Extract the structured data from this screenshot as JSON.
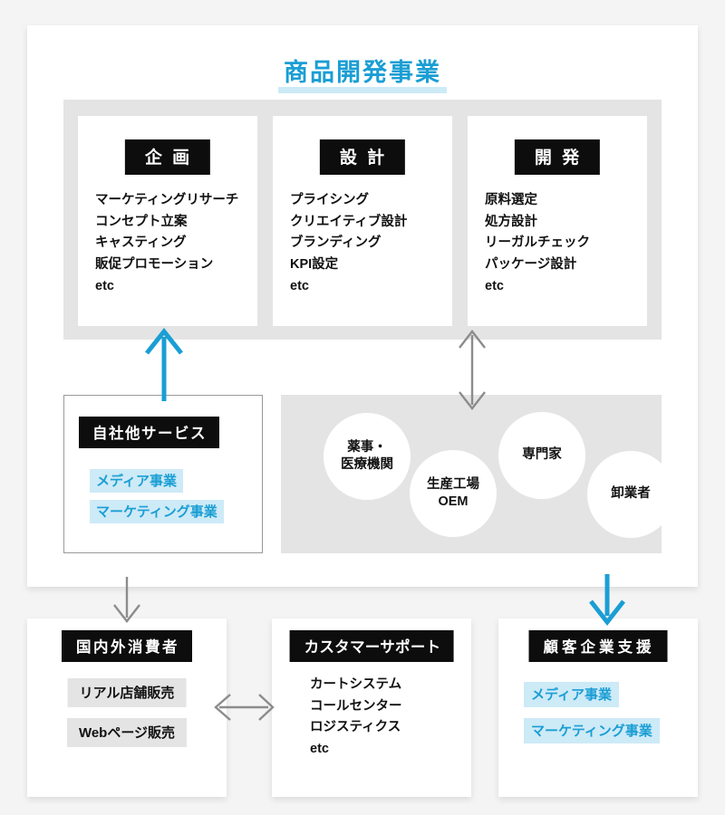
{
  "page": {
    "title": "商品開発事業",
    "background": "#f4f4f4",
    "accent_blue": "#1a9ed4",
    "accent_blue_light": "#cdeaf7",
    "panel_gray": "#e4e4e4",
    "badge_black": "#0d0d0d",
    "arrow_gray": "#8c8c8c"
  },
  "phases": [
    {
      "badge": "企 画",
      "items": [
        "マーケティングリサーチ",
        "コンセプト立案",
        "キャスティング",
        "販促プロモーション",
        "etc"
      ]
    },
    {
      "badge": "設 計",
      "items": [
        "プライシング",
        "クリエイティブ設計",
        "ブランディング",
        "KPI設定",
        "etc"
      ]
    },
    {
      "badge": "開 発",
      "items": [
        "原料選定",
        "処方設計",
        "リーガルチェック",
        "パッケージ設計",
        "etc"
      ]
    }
  ],
  "self_service": {
    "badge": "自社他サービス",
    "tags": [
      "メディア事業",
      "マーケティング事業"
    ]
  },
  "partners": {
    "circles": [
      {
        "label": "薬事・\n医療機関",
        "line1": "薬事・",
        "line2": "医療機関"
      },
      {
        "label": "生産工場\nOEM",
        "line1": "生産工場",
        "line2": "OEM"
      },
      {
        "label": "専門家",
        "line1": "専門家",
        "line2": ""
      },
      {
        "label": "卸業者",
        "line1": "卸業者",
        "line2": ""
      }
    ]
  },
  "bottom": [
    {
      "badge": "国内外消費者",
      "tag_items": [
        "リアル店舗販売",
        "Webページ販売"
      ],
      "list_items": []
    },
    {
      "badge": "カスタマーサポート",
      "tag_items": [],
      "list_items": [
        "カートシステム",
        "コールセンター",
        "ロジスティクス",
        "etc"
      ]
    },
    {
      "badge": "顧客企業支援",
      "tag_items": [
        "メディア事業",
        "マーケティング事業"
      ],
      "list_items": []
    }
  ],
  "arrows": [
    {
      "name": "arrow-self-service-to-planning",
      "direction": "up",
      "color": "#1a9ed4"
    },
    {
      "name": "arrow-development-to-partners",
      "direction": "updown",
      "color": "#8c8c8c"
    },
    {
      "name": "arrow-self-service-to-consumers",
      "direction": "down",
      "color": "#8c8c8c"
    },
    {
      "name": "arrow-partners-to-client-support",
      "direction": "down",
      "color": "#1a9ed4"
    },
    {
      "name": "arrow-consumers-customer-support",
      "direction": "leftright",
      "color": "#8c8c8c"
    }
  ]
}
